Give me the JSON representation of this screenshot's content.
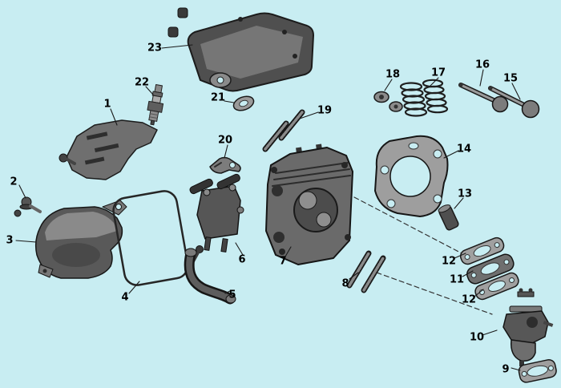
{
  "colors": {
    "background": "#c8edf2",
    "leader_line": "#1a1a1a",
    "part_dark": "#3d3d3d",
    "part_mid": "#6a6a6a",
    "part_light": "#9e9e9e"
  },
  "part_labels": {
    "p1": "1",
    "p2": "2",
    "p3": "3",
    "p4": "4",
    "p5": "5",
    "p6": "6",
    "p7": "7",
    "p8": "8",
    "p9": "9",
    "p10": "10",
    "p11": "11",
    "p12a": "12",
    "p12b": "12",
    "p13": "13",
    "p14": "14",
    "p15": "15",
    "p16": "16",
    "p17": "17",
    "p18": "18",
    "p19": "19",
    "p20": "20",
    "p21": "21",
    "p22": "22",
    "p23": "23"
  }
}
